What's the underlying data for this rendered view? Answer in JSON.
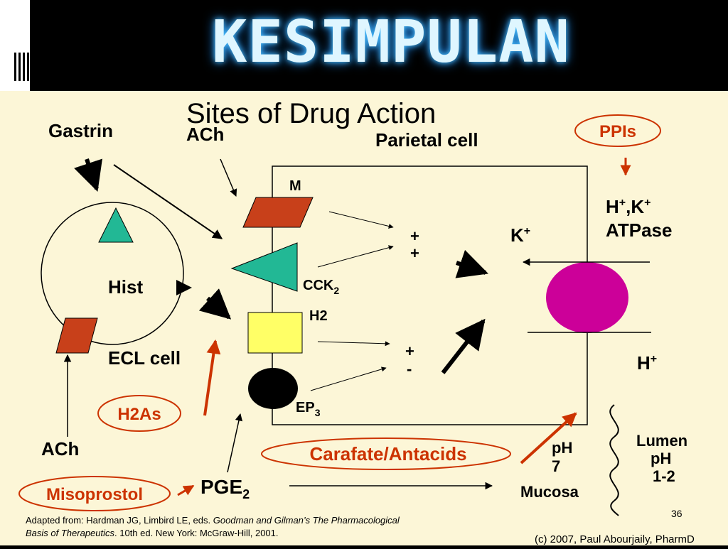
{
  "slide": {
    "title": "KESIMPULAN"
  },
  "diagram": {
    "title": "Sites of Drug Action",
    "parietal_cell_label": "Parietal cell",
    "gastrin_label": "Gastrin",
    "ach_top_label": "ACh",
    "ach_bottom_label": "ACh",
    "hist_label": "Hist",
    "ecl_cell_label": "ECL cell",
    "receptor_m_label": "M",
    "receptor_cck_label": "CCK",
    "receptor_cck_sub": "2",
    "receptor_h2_label": "H2",
    "receptor_ep_label": "EP",
    "receptor_ep_sub": "3",
    "signal_plus_1": "+",
    "signal_plus_2": "+",
    "signal_plus_3": "+",
    "signal_minus": "-",
    "k_ion_label": "K",
    "k_ion_sup": "+",
    "pump_label_line1": "H",
    "pump_label_sup1": "+",
    "pump_label_mid": ",K",
    "pump_label_sup2": "+",
    "pump_label_line2": "ATPase",
    "h_ion_label": "H",
    "h_ion_sup": "+",
    "ppis_label": "PPIs",
    "h2as_label": "H2As",
    "carafate_label": "Carafate/Antacids",
    "misoprostol_label": "Misoprostol",
    "pge_label": "PGE",
    "pge_sub": "2",
    "mucosa_ph_line1": "pH",
    "mucosa_ph_line2": "7",
    "mucosa_label": "Mucosa",
    "lumen_line1": "Lumen",
    "lumen_line2": "pH",
    "lumen_line3": "1-2",
    "slide_number": "36",
    "citation_line1_a": "Adapted from: Hardman JG, Limbird LE, eds. ",
    "citation_line1_b": "Goodman and Gilman’s The Pharmacological",
    "citation_line2_a": "Basis of Therapeutics",
    "citation_line2_b": ". 10th ed. New York: McGraw-Hill, 2001.",
    "copyright": "(c) 2007, Paul Abourjaily, PharmD"
  },
  "colors": {
    "background": "#fcf6d7",
    "teal": "#22b895",
    "red_orange": "#c8401a",
    "yellow": "#ffff66",
    "magenta": "#cc0099",
    "drug_label": "#cc3300"
  }
}
